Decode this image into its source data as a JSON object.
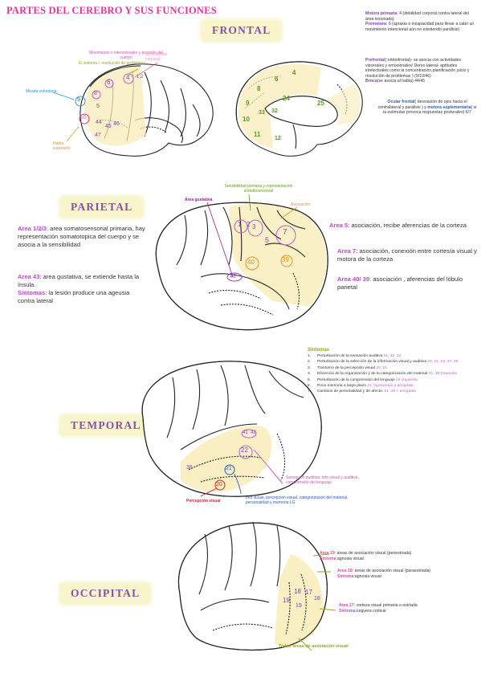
{
  "title": "PARTES DEL CEREBRO Y SUS FUNCIONES",
  "sections": {
    "frontal": "FRONTAL",
    "parietal": "PARIETAL",
    "temporal": "TEMPORAL",
    "occipital": "OCCIPITAL"
  },
  "frontal": {
    "note_motora_title": "Motora primaria",
    "note_motora_text": ": 4 (debilidad corporal contra lateral del área lesionada)",
    "note_premotora_title": "Premotora",
    "note_premotora_text": ": 6 (apraxia o incapacidad para llevar a cabo un movimiento intencional aún no existiendo parálisis)",
    "note_prefrontal_title": "Prefrontal",
    "note_prefrontal_text": "( orbitofrontal)- se asocia con actividades viscerales y emocionales/ Dorso lateral- aptitudes intelectuales como la concentración,planificación juicio y resolución de problemas ) (9/10/46)",
    "note_broca_title": "Broca",
    "note_broca_text": "(se asocia al habla) 44/45",
    "note_ocular_title": "Ocular frontal",
    "note_ocular_text": "( desviación de ojos hacia el contralateral y parálisis ) y",
    "note_ocular_title2": "motora suplementaria",
    "note_ocular_text2": "( si la estimulas provoca respuestas posturales) 6/7",
    "lbl_movimiento": "Movimiento s intencionales y posición del cuerpo",
    "lbl_sistema": "El sistema l. resolución de problemas",
    "lbl_sensibilidad": "Sensibilidad corporal",
    "lbl_mirada": "Mirada voluntaria",
    "lbl_habla": "Habla expresión",
    "areas_left": [
      "4",
      "6",
      "8",
      "9",
      "10",
      "44",
      "45",
      "46",
      "47",
      "1,2",
      "5"
    ],
    "areas_right": [
      "4",
      "6",
      "8",
      "9",
      "10",
      "11",
      "12",
      "24",
      "25",
      "32",
      "33"
    ]
  },
  "parietal": {
    "lbl_gustativa": "Área gustativa",
    "lbl_sensibilidad": "Sensibilidad primaria y representación somatosensorial",
    "lbl_asociacion": "Asociación",
    "left_area123_title": "Area 1/2/3",
    "left_area123_text": ": area somatosensorial primaria, hay representación somatotopica del cuerpo y se asocia a la sensibilidad",
    "left_area43_title": "Area 43",
    "left_area43_text": ": area gustativa, se extiende hasta la ínsula.",
    "left_sintomas_title": "Síntomas",
    "left_sintomas_text": ": la lesión produce una ageusia contra lateral",
    "right_area5_title": "Area 5",
    "right_area5_text": ": asociación, recibe aferencias de la corteza",
    "right_area7_title": "Area 7",
    "right_area7_text": ": asociación, conexión entre cortesía visual y motora de la corteza",
    "right_area4039_title": "Area 40/ 39",
    "right_area4039_text": ": asociación , aferencias del lóbulo parietal",
    "areas": [
      "1",
      "2",
      "3",
      "5",
      "7",
      "40",
      "39",
      "43"
    ]
  },
  "temporal": {
    "sintomas_title": "Síntomas",
    "sintomas": [
      {
        "n": "1.",
        "text": "Perturbación de la sensación auditiva",
        "areas": "41, 42, 22"
      },
      {
        "n": "2.",
        "text": "Perturbación de la selección de la información visual y auditiva",
        "areas": "20, 21, 22, 37, 38"
      },
      {
        "n": "3.",
        "text": "Trastorno de la percepción visual",
        "areas": "20, 21"
      },
      {
        "n": "4.",
        "text": "Eficiencia de la organización y de la categorización del material",
        "areas": "21, 38 (travenho"
      },
      {
        "n": "5.",
        "text": "Perturbación de la comprensión del lenguaje",
        "areas": "22 izquierda"
      },
      {
        "n": "6.",
        "text": "Poca memoria a largo plazo",
        "areas": "21, hipocampo y amígdala"
      },
      {
        "n": "7.",
        "text": "Cambios de personalidad y de afecto.",
        "areas": "21, 38 + amígdala"
      }
    ],
    "lbl_sensacion": "Sensación auditiva, info visual y auditiva , comprensión del lenguaje",
    "lbl_percepcion": "Percepción visual",
    "lbl_info": "Info visual, percepción visual, categorización del material, personalidad y memoria LG",
    "areas": [
      "41",
      "42",
      "22",
      "21",
      "38",
      "20"
    ]
  },
  "occipital": {
    "area19_title": "Area 19",
    "area19_text": ": áreas de asociación visual (periestriada)",
    "area19_s_title": "Síntoma",
    "area19_s_text": ":agnosia visual",
    "area18_title": "Area 18",
    "area18_text": ": áreas de asociación visual (paraestriada)",
    "area18_s_title": "Síntoma",
    "area18_s_text": ":agnosia visual",
    "area17_title": "Area 17",
    "area17_text": ": corteza visual primaria o estriada",
    "area17_s_title": "Síntoma",
    "area17_s_text": ":ceguera cortical",
    "lbl_todas": "Todas áreas de asociación visual",
    "areas": [
      "19",
      "18",
      "17",
      "19",
      "18"
    ]
  },
  "colors": {
    "pink": "#e2379a",
    "purple": "#8b3fc0",
    "highlight": "#f8ecb8",
    "label_bg": "#f8f4cc"
  }
}
